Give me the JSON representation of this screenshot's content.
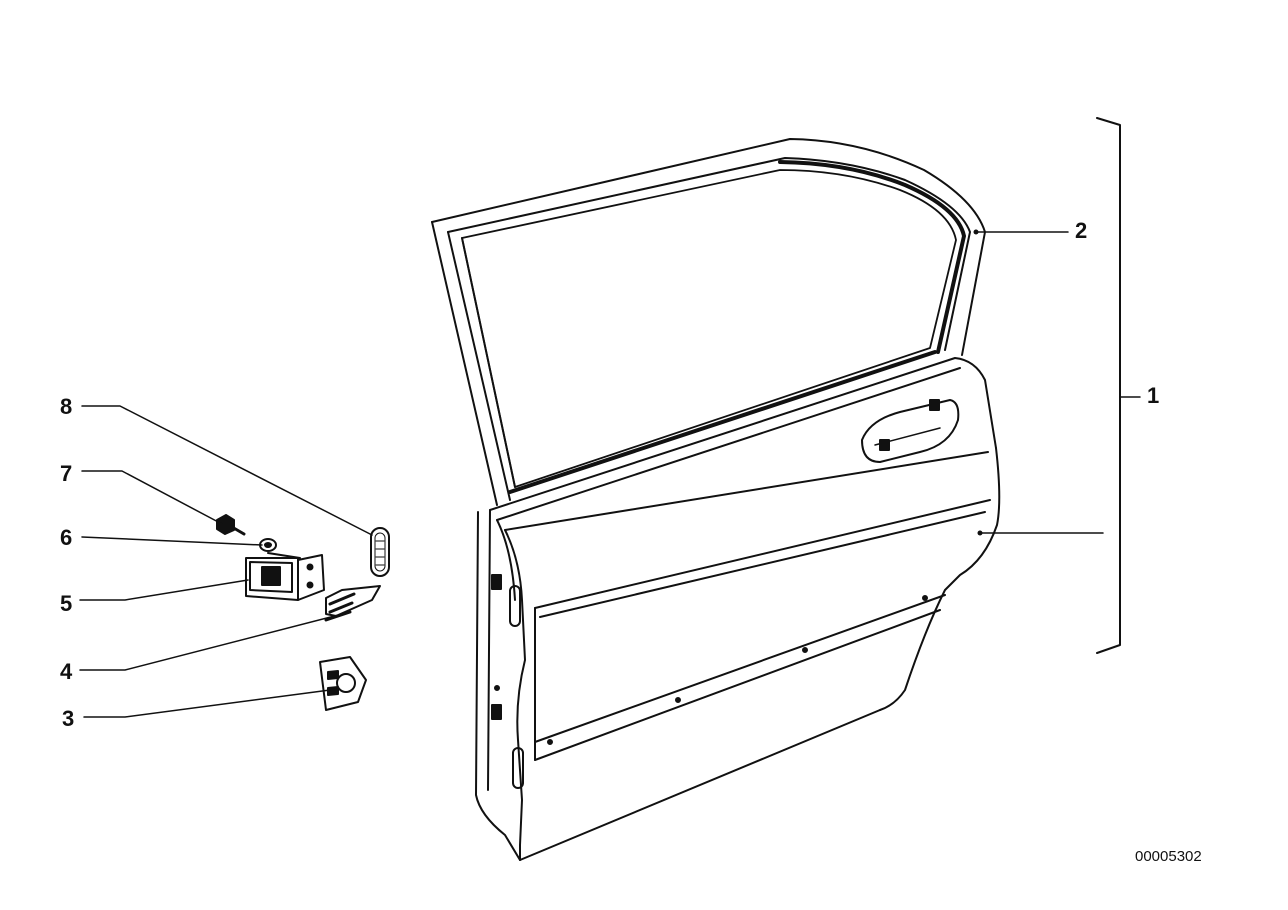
{
  "callouts": [
    {
      "number": "1"
    },
    {
      "number": "2"
    },
    {
      "number": "3"
    },
    {
      "number": "4"
    },
    {
      "number": "5"
    },
    {
      "number": "6"
    },
    {
      "number": "7"
    },
    {
      "number": "8"
    }
  ],
  "diagram_code": "00005302",
  "colors": {
    "line": "#111111",
    "background": "#ffffff"
  },
  "icons": [
    "door-panel-icon",
    "window-seal-icon",
    "door-handle-icon",
    "hinge-icon",
    "shim-plate-icon",
    "gasket-icon",
    "washer-icon",
    "screw-icon",
    "spacer-plate-icon"
  ]
}
